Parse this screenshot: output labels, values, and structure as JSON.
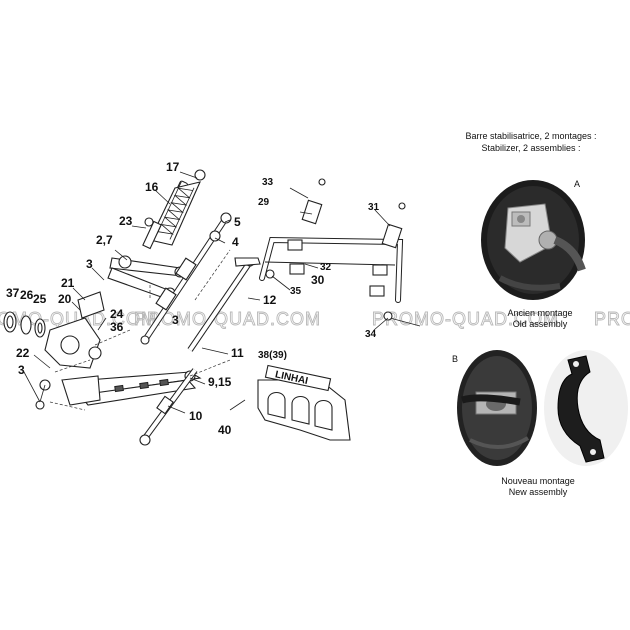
{
  "callouts": {
    "c37": "37",
    "c26": "26",
    "c25": "25",
    "c20": "20",
    "c21": "21",
    "c3a": "3",
    "c22": "22",
    "c3b": "3",
    "c24": "24",
    "c36": "36",
    "c23": "23",
    "c16": "16",
    "c17": "17",
    "c27": "2,7",
    "c5": "5",
    "c4": "4",
    "c3c": "3",
    "c12": "12",
    "c11": "11",
    "c915": "9,15",
    "c10": "10",
    "c40": "40",
    "c3839": "38(39)",
    "c33": "33",
    "c29": "29",
    "c31": "31",
    "c32": "32",
    "c30": "30",
    "c35": "35",
    "c34": "34",
    "cA": "A",
    "cB": "B"
  },
  "brand_plate": "LINHAI",
  "watermark": {
    "left": "PROMO-QUAD.COM",
    "center": "PROMO-QUAD.COM",
    "right": "PRO"
  },
  "stabilizer": {
    "title_fr": "Barre stabilisatrice, 2 montages :",
    "title_en": "Stabilizer, 2 assemblies :",
    "old_fr": "Ancien montage",
    "old_en": "Old assembly",
    "new_fr": "Nouveau montage",
    "new_en": "New assembly"
  }
}
